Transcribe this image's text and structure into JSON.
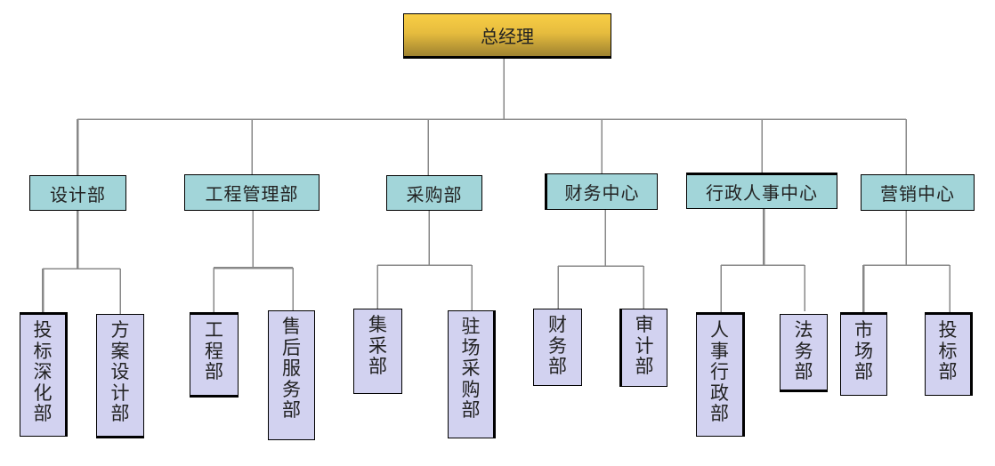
{
  "org": {
    "root": {
      "label": "总经理"
    },
    "departments": [
      {
        "label": "设计部",
        "children": [
          {
            "label": "投标深化部"
          },
          {
            "label": "方案设计部"
          }
        ]
      },
      {
        "label": "工程管理部",
        "children": [
          {
            "label": "工程部"
          },
          {
            "label": "售后服务部"
          }
        ]
      },
      {
        "label": "采购部",
        "children": [
          {
            "label": "集采部"
          },
          {
            "label": "驻场采购部"
          }
        ]
      },
      {
        "label": "财务中心",
        "children": [
          {
            "label": "财务部"
          },
          {
            "label": "审计部"
          }
        ]
      },
      {
        "label": "行政人事中心",
        "children": [
          {
            "label": "人事行政部"
          },
          {
            "label": "法务部"
          }
        ]
      },
      {
        "label": "营销中心",
        "children": [
          {
            "label": "市场部"
          },
          {
            "label": "投标部"
          }
        ]
      }
    ]
  },
  "colors": {
    "root_fill_top": "#F9CE45",
    "root_fill_bottom": "#9E8230",
    "department_fill": "#A2D5D9",
    "sub_unit_fill": "#D2D2F0",
    "connector": "#888888",
    "border": "#000000",
    "text": "#222222"
  }
}
